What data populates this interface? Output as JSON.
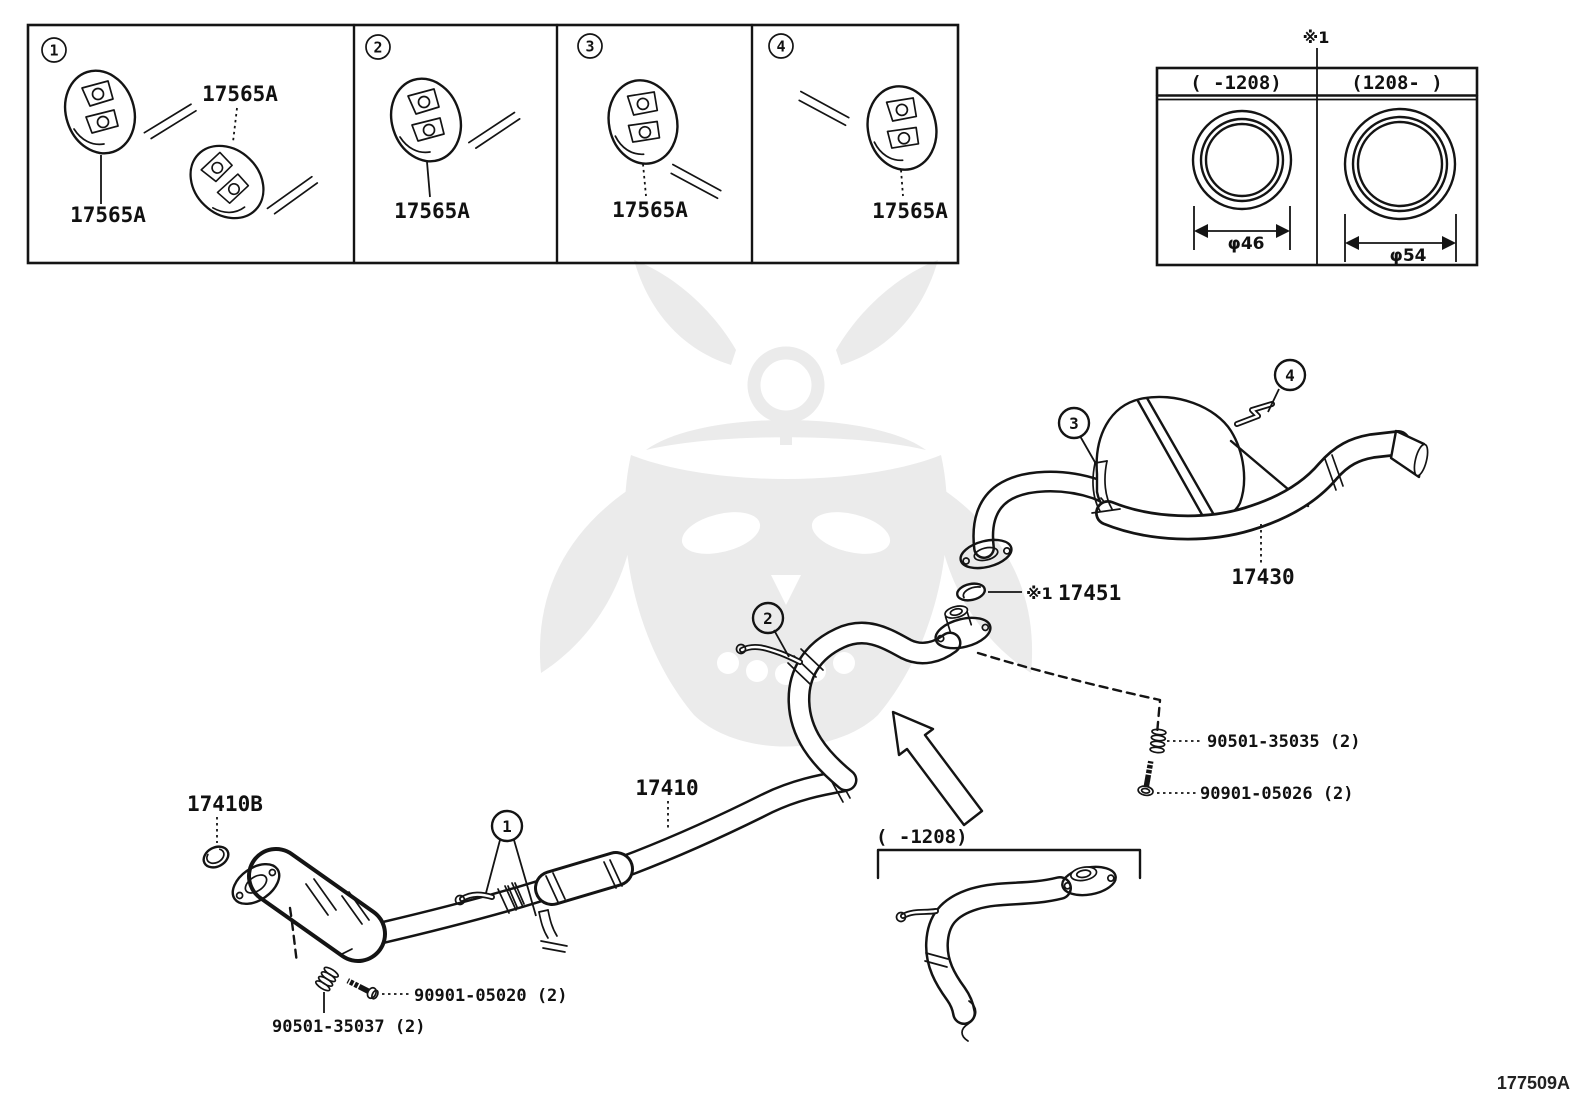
{
  "figure_code": "177509A",
  "grid": {
    "cells": [
      {
        "num": "1",
        "label_a": "17565A",
        "label_b": "17565A"
      },
      {
        "num": "2",
        "label": "17565A"
      },
      {
        "num": "3",
        "label": "17565A"
      },
      {
        "num": "4",
        "label": "17565A"
      }
    ]
  },
  "table": {
    "note": "※1",
    "col1": {
      "header": "(   -1208)",
      "dia": "φ46"
    },
    "col2": {
      "header": "(1208-   )",
      "dia": "φ54"
    }
  },
  "main": {
    "callouts": [
      "1",
      "2",
      "3",
      "4"
    ],
    "front_pipe_label": "17410",
    "front_gasket_label": "17410B",
    "muffler_label": "17430",
    "gasket_ref": "※1",
    "gasket_label": "17451",
    "spring_rear_label": "90501-35035 (2)",
    "bolt_rear_label": "90901-05026 (2)",
    "bolt_front_label": "90901-05020 (2)",
    "spring_front_label": "90501-35037 (2)",
    "variant_header": "(   -1208)"
  }
}
